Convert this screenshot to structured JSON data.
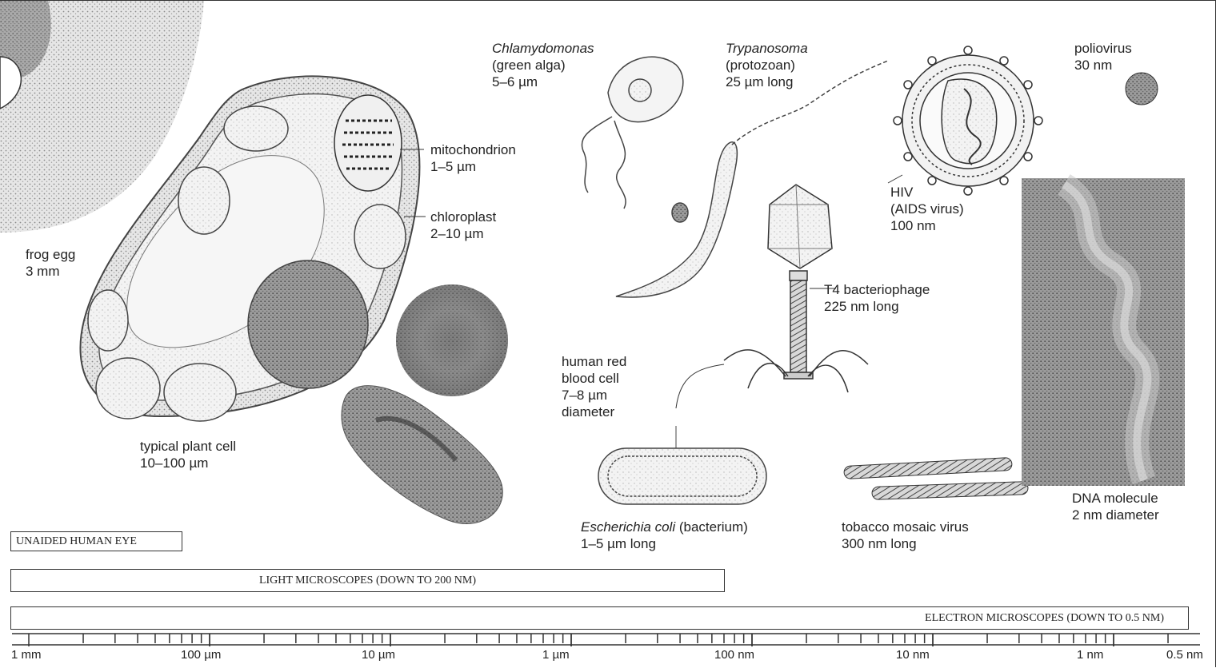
{
  "labels": {
    "chlamydomonas": {
      "name": "Chlamydomonas",
      "line2": "(green alga)",
      "line3": "5–6 µm"
    },
    "trypanosoma": {
      "name": "Trypanosoma",
      "line2": "(protozoan)",
      "line3": "25 µm long"
    },
    "poliovirus": {
      "line1": "poliovirus",
      "line2": "30 nm"
    },
    "mitochondrion": {
      "line1": "mitochondrion",
      "line2": "1–5 µm"
    },
    "chloroplast": {
      "line1": "chloroplast",
      "line2": "2–10 µm"
    },
    "frog_egg": {
      "line1": "frog egg",
      "line2": "3 mm"
    },
    "hiv": {
      "line1": "HIV",
      "line2": "(AIDS virus)",
      "line3": "100 nm"
    },
    "t4": {
      "line1": "T4 bacteriophage",
      "line2": "225 nm long"
    },
    "rbc": {
      "line1": "human red",
      "line2": "blood cell",
      "line3": "7–8 µm",
      "line4": "diameter"
    },
    "plant_cell": {
      "line1": "typical plant cell",
      "line2": "10–100 µm"
    },
    "ecoli": {
      "name": "Escherichia coli",
      "suffix": " (bacterium)",
      "line2": "1–5 µm long"
    },
    "tmv": {
      "line1": "tobacco mosaic virus",
      "line2": "300 nm long"
    },
    "dna": {
      "line1": "DNA molecule",
      "line2": "2 nm diameter"
    }
  },
  "ranges": {
    "eye": "UNAIDED HUMAN EYE",
    "light": "LIGHT MICROSCOPES (DOWN TO 200 NM)",
    "electron": "ELECTRON MICROSCOPES (DOWN TO 0.5 NM)"
  },
  "scale": {
    "ticks": [
      "1 mm",
      "100 µm",
      "10 µm",
      "1 µm",
      "100 nm",
      "10 nm",
      "1 nm",
      "0.5 nm"
    ]
  }
}
